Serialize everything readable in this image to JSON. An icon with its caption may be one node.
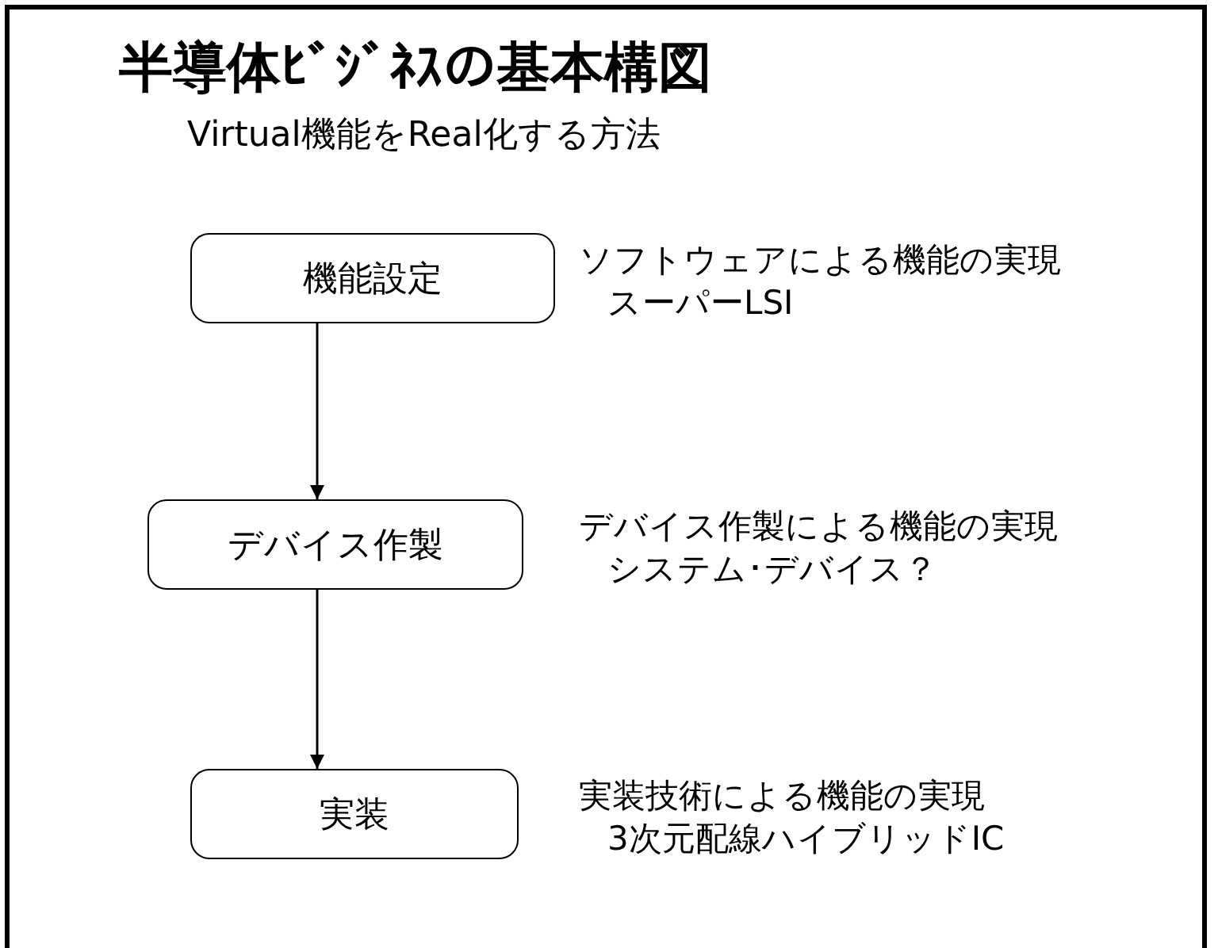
{
  "diagram": {
    "title": "半導体ﾋﾞｼﾞﾈｽの基本構図",
    "nodes": [
      {
        "text": [
          "機能設定"
        ],
        "beside": [
          "ソフトウェアによる機能の実現",
          "スーパーLSI"
        ]
      },
      {
        "text": [
          "デバイス作製"
        ],
        "beside": [
          "デバイス作製による機能の実現",
          "システム･デバイス？"
        ]
      },
      {
        "text": [
          "実装"
        ],
        "beside": [
          "実装技術による機能の実現",
          "3次元配線ハイブリッドIC"
        ]
      }
    ],
    "edges": [
      {
        "from": 0,
        "to": 1,
        "arrow": "to"
      },
      {
        "from": 1,
        "to": 2,
        "arrow": "to"
      }
    ],
    "labels": [
      "Virtual機能をReal化する方法"
    ]
  }
}
